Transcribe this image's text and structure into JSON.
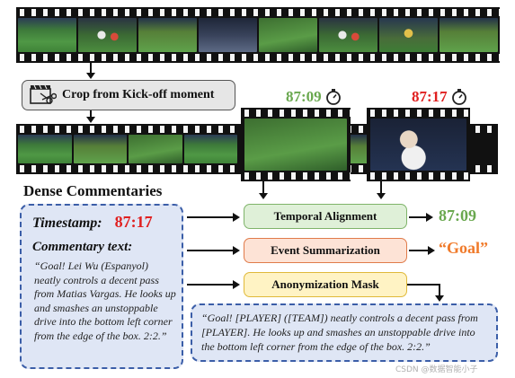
{
  "crop_label": "Crop from Kick-off moment",
  "icons": {
    "crop": "scissors-film-icon",
    "stopwatch": "stopwatch-icon"
  },
  "time_a": "87:09",
  "time_b": "87:17",
  "section_title": "Dense Commentaries",
  "timestamp_label": "Timestamp:",
  "timestamp_value": "87:17",
  "commentary_label": "Commentary text:",
  "commentary_text": "“Goal! Lei Wu (Espanyol) neatly controls a decent pass from Matias Vargas. He looks up and smashes an unstoppable drive into the bottom left corner from the edge of the box. 2:2.”",
  "steps": {
    "alignment": "Temporal Alignment",
    "summarization": "Event Summarization",
    "anonymization": "Anonymization Mask"
  },
  "alignment_output": "87:09",
  "summary_output": "“Goal”",
  "anonymized_text": "“Goal! [PLAYER] ([TEAM]) neatly controls a decent pass from [PLAYER]. He looks up and smashes an unstoppable drive into the bottom left corner from the edge of the box. 2:2.”",
  "watermark": "CSDN @数据智能小子",
  "colors": {
    "time_a": "#6aa84f",
    "time_b": "#e02020",
    "alignment_bg": "#dff0d8",
    "alignment_border": "#7fb46a",
    "summarization_bg": "#fde3d6",
    "summarization_border": "#e07b4a",
    "anonymization_bg": "#fff3c4",
    "anonymization_border": "#e0b93a",
    "summary_output": "#f07a2a",
    "dashed_border": "#3b5ea8"
  }
}
